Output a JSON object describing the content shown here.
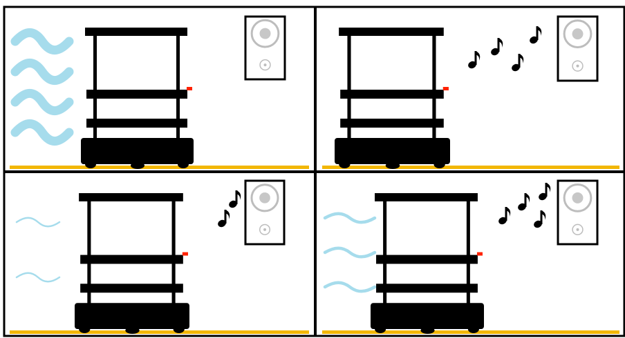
{
  "colors": {
    "background": "#ffffff",
    "border": "#000000",
    "robot": "#000000",
    "floor": "#f2b705",
    "wind": "#a6dcec",
    "speaker_cone": "#bdbdbd",
    "speaker_cone_center": "#c7c7c7",
    "indicator": "#ff2200",
    "music_note": "#000000"
  },
  "panels": [
    {
      "id": "top-left",
      "wind_level": "strong",
      "wind_waves": 4,
      "music_notes": 0
    },
    {
      "id": "top-right",
      "wind_level": "none",
      "wind_waves": 0,
      "music_notes": 4
    },
    {
      "id": "bottom-left",
      "wind_level": "weak",
      "wind_waves": 2,
      "music_notes": 2
    },
    {
      "id": "bottom-right",
      "wind_level": "medium",
      "wind_waves": 3,
      "music_notes": 4
    }
  ],
  "icons": {
    "robot": "mobile-robot-cart-icon",
    "speaker": "loudspeaker-icon",
    "note": "eighth-note-icon",
    "wind": "wind-wave-icon"
  }
}
